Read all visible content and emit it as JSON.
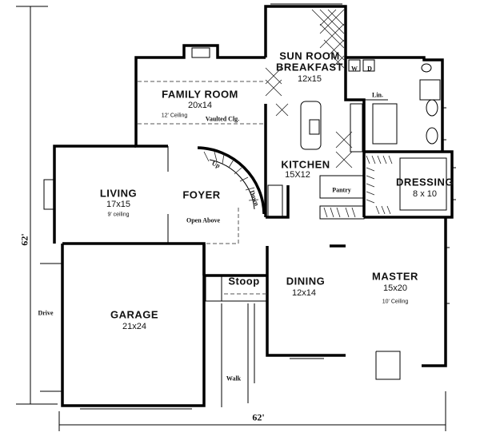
{
  "rooms": {
    "sun_room": {
      "name": "SUN ROOM",
      "name2": "BREAKFAST",
      "size": "12x15"
    },
    "family_room": {
      "name": "FAMILY ROOM",
      "size": "20x14",
      "note": "12' Ceiling",
      "note2": "Vaulted Clg."
    },
    "living": {
      "name": "LIVING",
      "size": "17x15",
      "note": "9' ceiling"
    },
    "foyer": {
      "name": "FOYER",
      "note": "Open Above"
    },
    "kitchen": {
      "name": "KITCHEN",
      "size": "15X12"
    },
    "pantry": {
      "name": "Pantry"
    },
    "dressing": {
      "name": "DRESSING",
      "size": "8 x 10"
    },
    "master": {
      "name": "MASTER",
      "size": "15x20",
      "note": "10' Ceiling"
    },
    "dining": {
      "name": "DINING",
      "size": "12x14"
    },
    "garage": {
      "name": "GARAGE",
      "size": "21x24"
    },
    "stoop": {
      "name": "Stoop"
    },
    "laundry": {
      "washer": "W",
      "dryer": "D",
      "linen": "Lin."
    }
  },
  "stairs": {
    "up": "Up",
    "down": "Down"
  },
  "exterior": {
    "drive": "Drive",
    "walk": "Walk"
  },
  "dimensions": {
    "depth": "62'",
    "width": "62'"
  }
}
